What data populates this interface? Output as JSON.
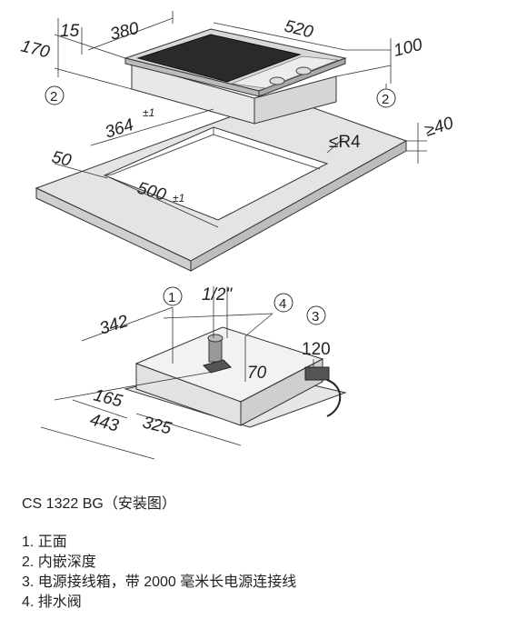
{
  "dims": {
    "d15": "15",
    "d380": "380",
    "d520": "520",
    "d170": "170",
    "d100": "100",
    "d364": "364",
    "tol1": "±1",
    "r4": "≤R4",
    "d40": "≥40",
    "d50": "50",
    "d500": "500",
    "d342": "342",
    "d12": "1/2\"",
    "d120": "120",
    "d70": "70",
    "d165": "165",
    "d443": "443",
    "d325": "325"
  },
  "callouts": {
    "c1": "1",
    "c2": "2",
    "c3": "3",
    "c4": "4"
  },
  "caption": "CS 1322 BG（安装图）",
  "legend": [
    "1. 正面",
    "2. 内嵌深度",
    "3. 电源接线箱，带 2000 毫米长电源连接线",
    "4. 排水阀"
  ]
}
